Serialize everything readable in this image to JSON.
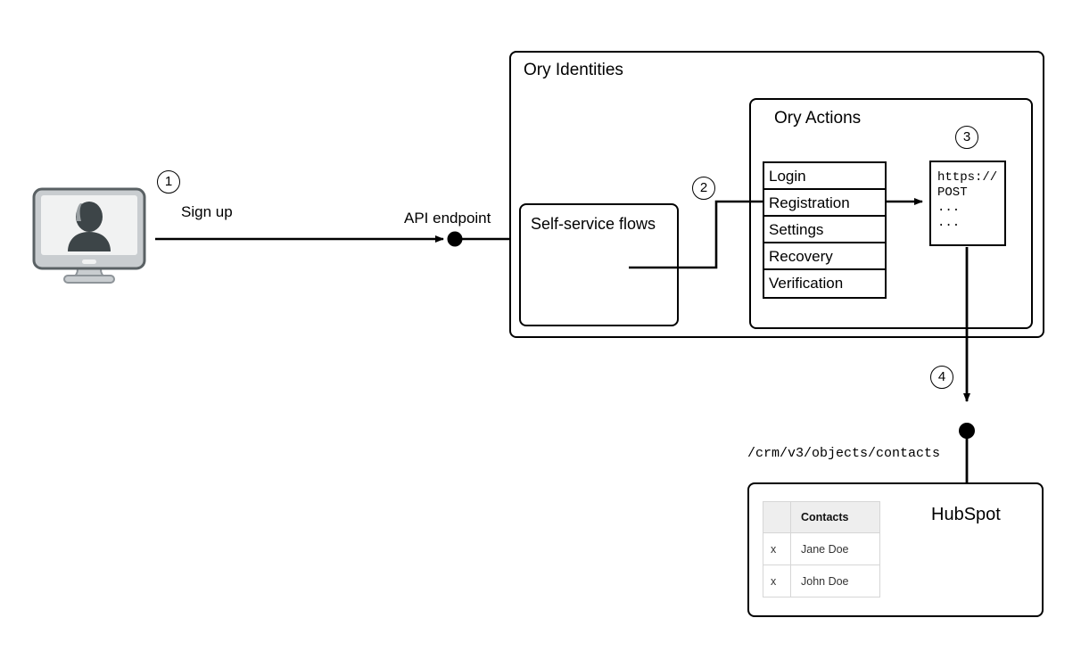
{
  "diagram": {
    "title_ory_identities": "Ory Identities",
    "title_ory_actions": "Ory Actions",
    "title_self_service": "Self-service flows",
    "title_hubspot": "HubSpot"
  },
  "edges": {
    "sign_up": "Sign up",
    "api_endpoint": "API endpoint",
    "crm_path": "/crm/v3/objects/contacts"
  },
  "steps": {
    "one": "1",
    "two": "2",
    "three": "3",
    "four": "4"
  },
  "flows": [
    {
      "label": "Login"
    },
    {
      "label": "Registration"
    },
    {
      "label": "Settings"
    },
    {
      "label": "Recovery"
    },
    {
      "label": "Verification"
    }
  ],
  "code_block": {
    "line1": "https://",
    "line2": "POST",
    "line3": "...",
    "line4": "..."
  },
  "contacts_table": {
    "header_blank": "",
    "header_name": "Contacts",
    "rows": [
      {
        "mark": "x",
        "name": "Jane Doe"
      },
      {
        "mark": "x",
        "name": "John Doe"
      }
    ]
  },
  "colors": {
    "stroke": "#000000",
    "background": "#ffffff",
    "table_header": "#eeeeee",
    "table_border": "#d6d6d6",
    "monitor_bezel": "#c9cdd0",
    "monitor_screen": "#f1f2f2",
    "monitor_person": "#3d4548"
  }
}
